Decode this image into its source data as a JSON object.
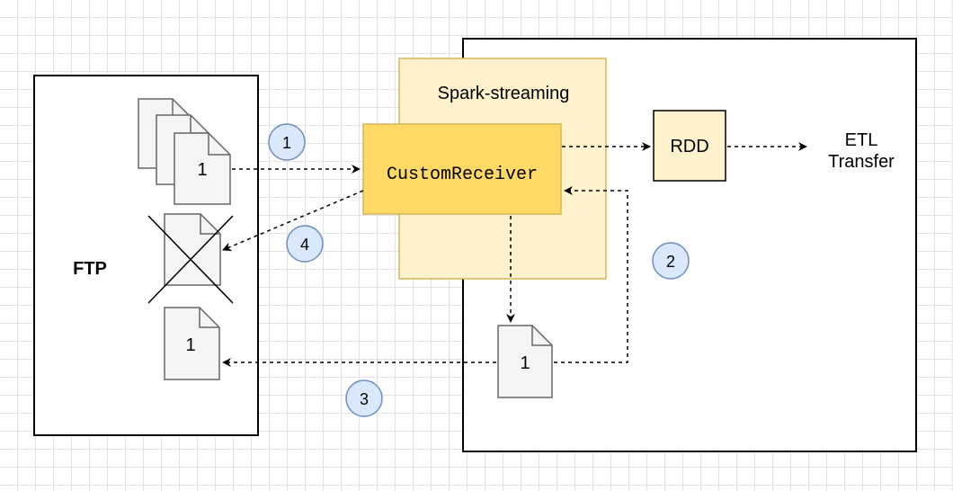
{
  "ftp_label": "FTP",
  "spark_label": "Spark-streaming",
  "receiver_label": "CustomReceiver",
  "rdd_label": "RDD",
  "etl_line1": "ETL",
  "etl_line2": "Transfer",
  "file_label": "1",
  "steps": [
    "1",
    "2",
    "3",
    "4"
  ],
  "colors": {
    "spark_fill": "#fff2cc",
    "spark_stroke": "#d6b656",
    "receiver_fill": "#ffd966",
    "receiver_stroke": "#d6b656",
    "step_fill": "#dae8fc",
    "step_stroke": "#6c8ebf",
    "doc_fill": "#f5f5f5",
    "doc_stroke": "#666666"
  }
}
